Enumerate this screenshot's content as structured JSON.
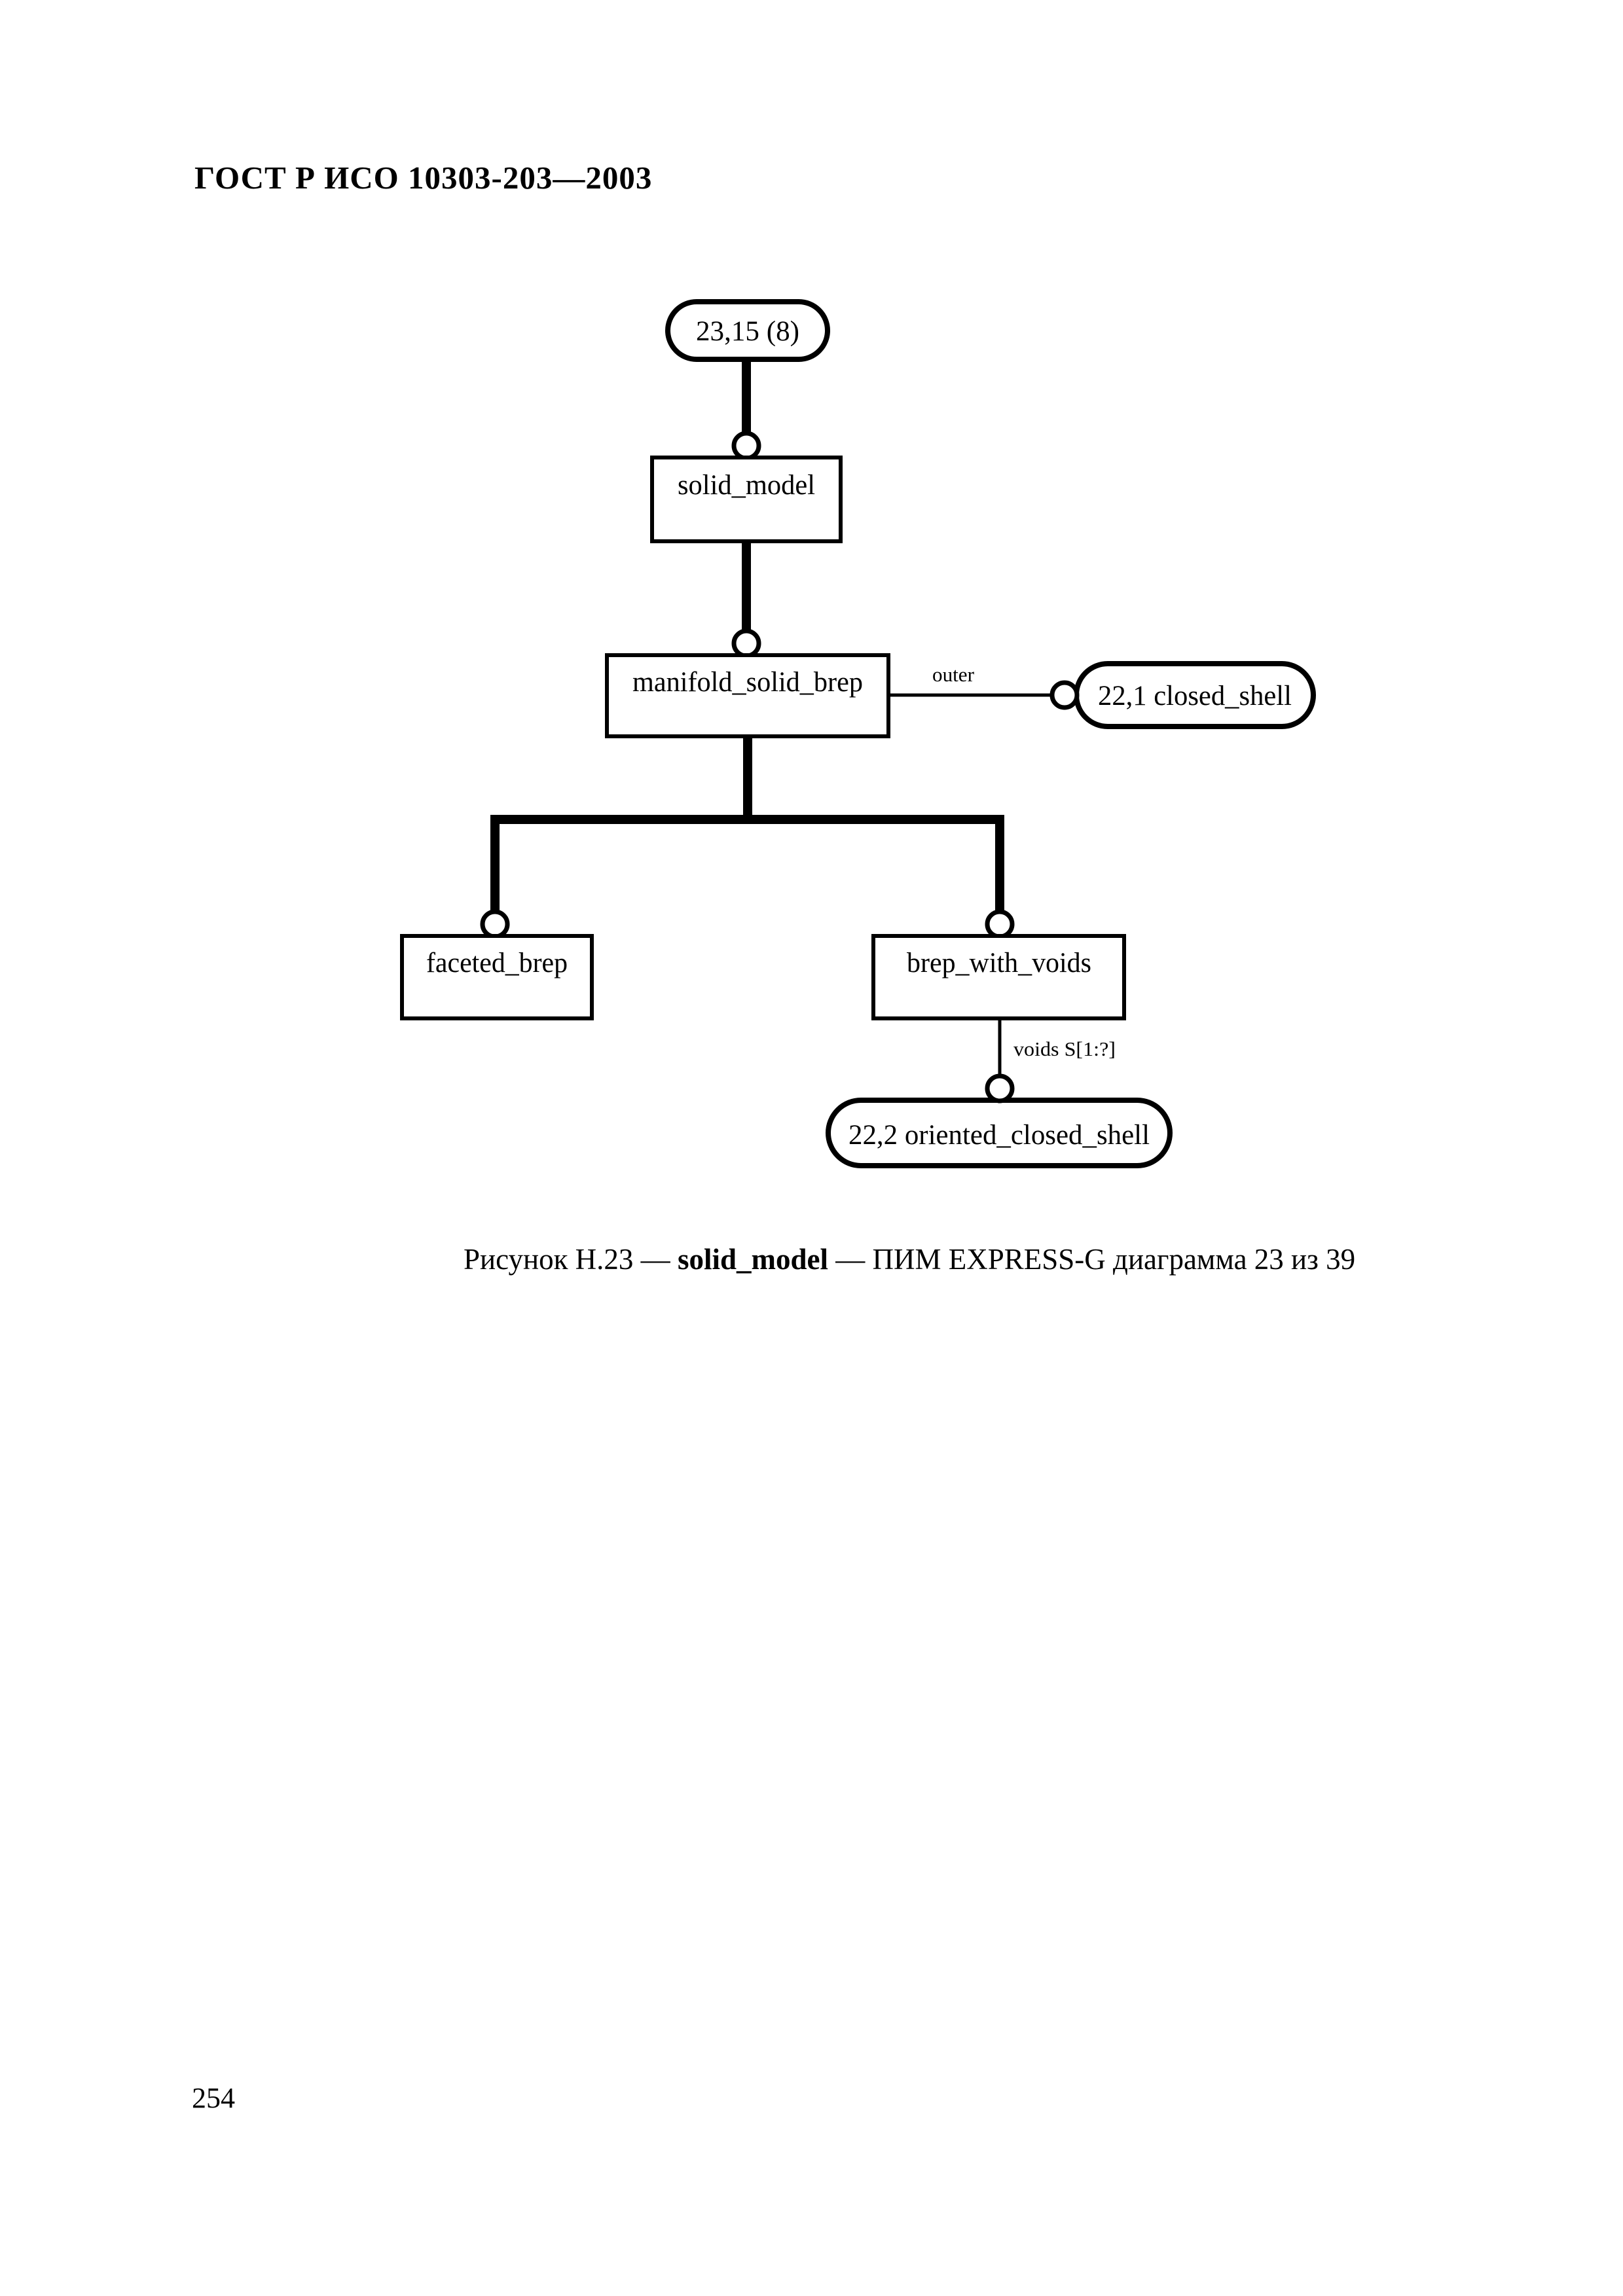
{
  "page": {
    "header": "ГОСТ Р ИСО 10303-203—2003",
    "page_number": "254"
  },
  "figure_caption": {
    "prefix": "Рисунок Н.23 — ",
    "entity": "solid_model",
    "suffix": " — ПИМ EXPRESS-G диаграмма 23 из 39"
  },
  "diagram": {
    "page_ref": "23,15 (8)",
    "entities": {
      "solid_model": "solid_model",
      "manifold_solid_brep": "manifold_solid_brep",
      "faceted_brep": "faceted_brep",
      "brep_with_voids": "brep_with_voids"
    },
    "refs": {
      "closed_shell": "22,1 closed_shell",
      "oriented_closed_shell": "22,2 oriented_closed_shell"
    },
    "labels": {
      "outer": "outer",
      "voids": "voids S[1:?]"
    }
  }
}
